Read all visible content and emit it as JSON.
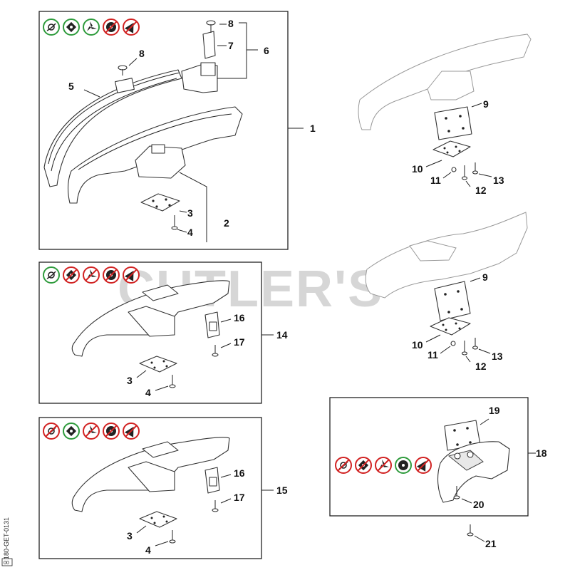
{
  "watermark": "CUTLER'S",
  "side_code": "4180-GET-0131",
  "side_code_box": "00",
  "labels": {
    "n1": "1",
    "n2": "2",
    "n3": "3",
    "n4": "4",
    "n5": "5",
    "n6": "6",
    "n7": "7",
    "n8a": "8",
    "n8b": "8",
    "n9a": "9",
    "n9b": "9",
    "n10a": "10",
    "n10b": "10",
    "n11a": "11",
    "n11b": "11",
    "n12a": "12",
    "n12b": "12",
    "n13a": "13",
    "n13b": "13",
    "n14": "14",
    "n15": "15",
    "n16a": "16",
    "n16b": "16",
    "n17a": "17",
    "n17b": "17",
    "n18": "18",
    "n19": "19",
    "n20": "20",
    "n21": "21",
    "n3b": "3",
    "n4b": "4",
    "n3c": "3",
    "n4c": "4"
  },
  "icon_rows": [
    {
      "id": "panel1",
      "icons": [
        {
          "name": "trimmer-line-icon",
          "allowed": true
        },
        {
          "name": "grass-blade-icon",
          "allowed": true
        },
        {
          "name": "three-tooth-blade-icon",
          "allowed": true
        },
        {
          "name": "saw-blade-icon",
          "allowed": false
        },
        {
          "name": "brush-knife-icon",
          "allowed": false
        }
      ]
    },
    {
      "id": "panel14",
      "icons": [
        {
          "name": "trimmer-line-icon",
          "allowed": true
        },
        {
          "name": "grass-blade-icon",
          "allowed": false
        },
        {
          "name": "three-tooth-blade-icon",
          "allowed": false
        },
        {
          "name": "saw-blade-icon",
          "allowed": false
        },
        {
          "name": "brush-knife-icon",
          "allowed": false
        }
      ]
    },
    {
      "id": "panel15",
      "icons": [
        {
          "name": "trimmer-line-icon",
          "allowed": false
        },
        {
          "name": "grass-blade-icon",
          "allowed": true
        },
        {
          "name": "three-tooth-blade-icon",
          "allowed": false
        },
        {
          "name": "saw-blade-icon",
          "allowed": false
        },
        {
          "name": "brush-knife-icon",
          "allowed": false
        }
      ]
    },
    {
      "id": "panel18",
      "icons": [
        {
          "name": "trimmer-line-icon",
          "allowed": false
        },
        {
          "name": "grass-blade-icon",
          "allowed": false
        },
        {
          "name": "three-tooth-blade-icon",
          "allowed": false
        },
        {
          "name": "saw-blade-icon",
          "allowed": true
        },
        {
          "name": "brush-knife-icon",
          "allowed": false
        }
      ]
    }
  ]
}
